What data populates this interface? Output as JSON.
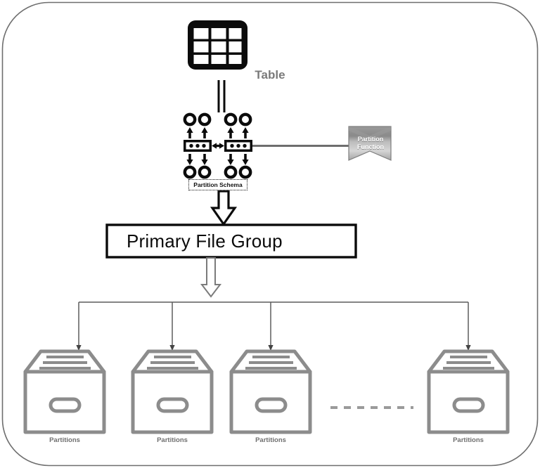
{
  "diagram": {
    "title_elements": {
      "table_label": "Table",
      "schema_label": "Partition Schema",
      "function_label_line1": "Partition",
      "function_label_line2": "Function",
      "primary_file_group_label": "Primary File Group"
    },
    "partitions": [
      {
        "caption": "Partitions"
      },
      {
        "caption": "Partitions"
      },
      {
        "caption": "Partitions"
      },
      {
        "caption": "Partitions"
      }
    ],
    "colors": {
      "black": "#0b0b0b",
      "gray_text": "#7a7a7a",
      "icon_gray": "#8c8c8c",
      "line_gray": "#6e6e6e",
      "border_gray": "#707070",
      "ribbon_dark": "#8d8d8d",
      "ribbon_light": "#d2d2d2",
      "background": "#ffffff"
    },
    "icons": {
      "table": "table-grid-icon",
      "schema": "partition-schema-icon",
      "function": "ribbon-banner-icon",
      "partition_box": "archive-box-icon"
    }
  }
}
